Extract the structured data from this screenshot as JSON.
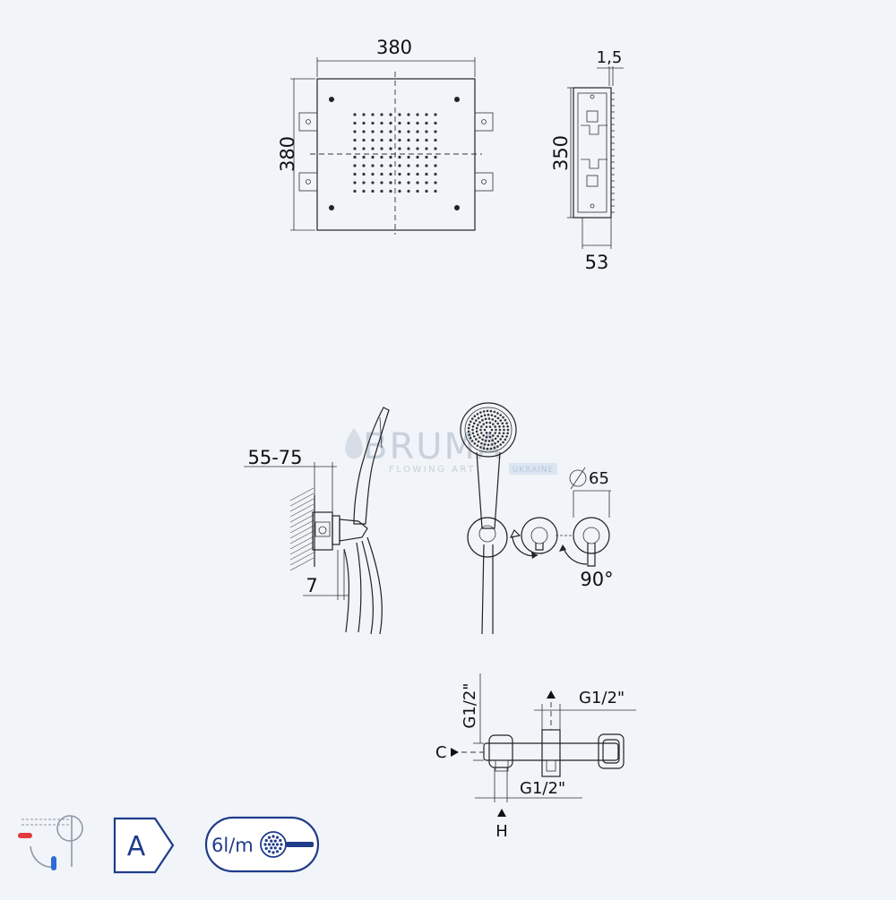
{
  "brand": {
    "name": "BRUMA",
    "tagline": "FLOWING ART",
    "region": "UKRAINE"
  },
  "ceiling_shower": {
    "top_width": "380",
    "left_height": "380",
    "side_thickness": "1,5",
    "side_height": "350",
    "side_depth": "53"
  },
  "hand_shower": {
    "wall_depth": "55-75",
    "offset": "7",
    "diameter": "65",
    "rotation": "90°"
  },
  "mixer": {
    "vertical_thread": "G1/2\"",
    "top_thread": "G1/2\"",
    "bottom_thread": "G1/2\"",
    "label_c": "C",
    "label_h": "H"
  },
  "badges": {
    "energy_class": "A",
    "flow_rate": "6l/m"
  },
  "colors": {
    "background": "#f1f4f8",
    "badge_blue": "#1f3c8a",
    "accent_red": "#e03a3a"
  }
}
